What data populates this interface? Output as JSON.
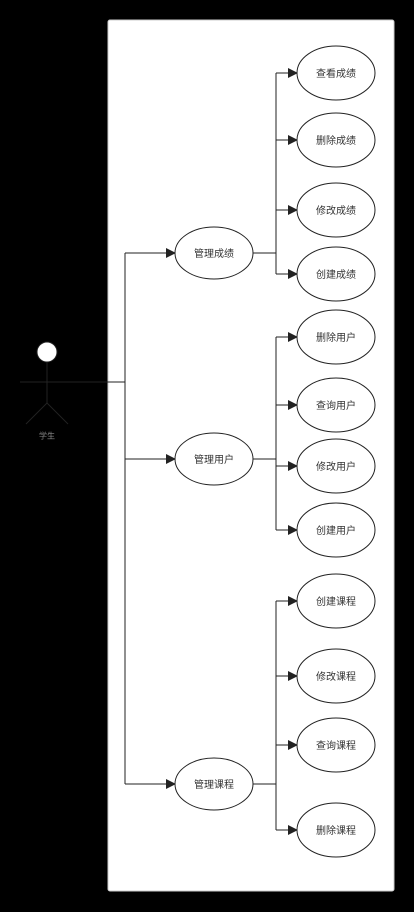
{
  "actor": {
    "label": "学生"
  },
  "groups": [
    {
      "label": "管理成绩",
      "children": [
        "查看成绩",
        "删除成绩",
        "修改成绩",
        "创建成绩"
      ]
    },
    {
      "label": "管理用户",
      "children": [
        "删除用户",
        "查询用户",
        "修改用户",
        "创建用户"
      ]
    },
    {
      "label": "管理课程",
      "children": [
        "创建课程",
        "修改课程",
        "查询课程",
        "删除课程"
      ]
    }
  ],
  "colors": {
    "background": "#000000",
    "panel": "#ffffff",
    "line": "#000000",
    "ellipse_fill": "#ffffff",
    "ellipse_stroke": "#000000",
    "actor_head": "#ffffff"
  }
}
